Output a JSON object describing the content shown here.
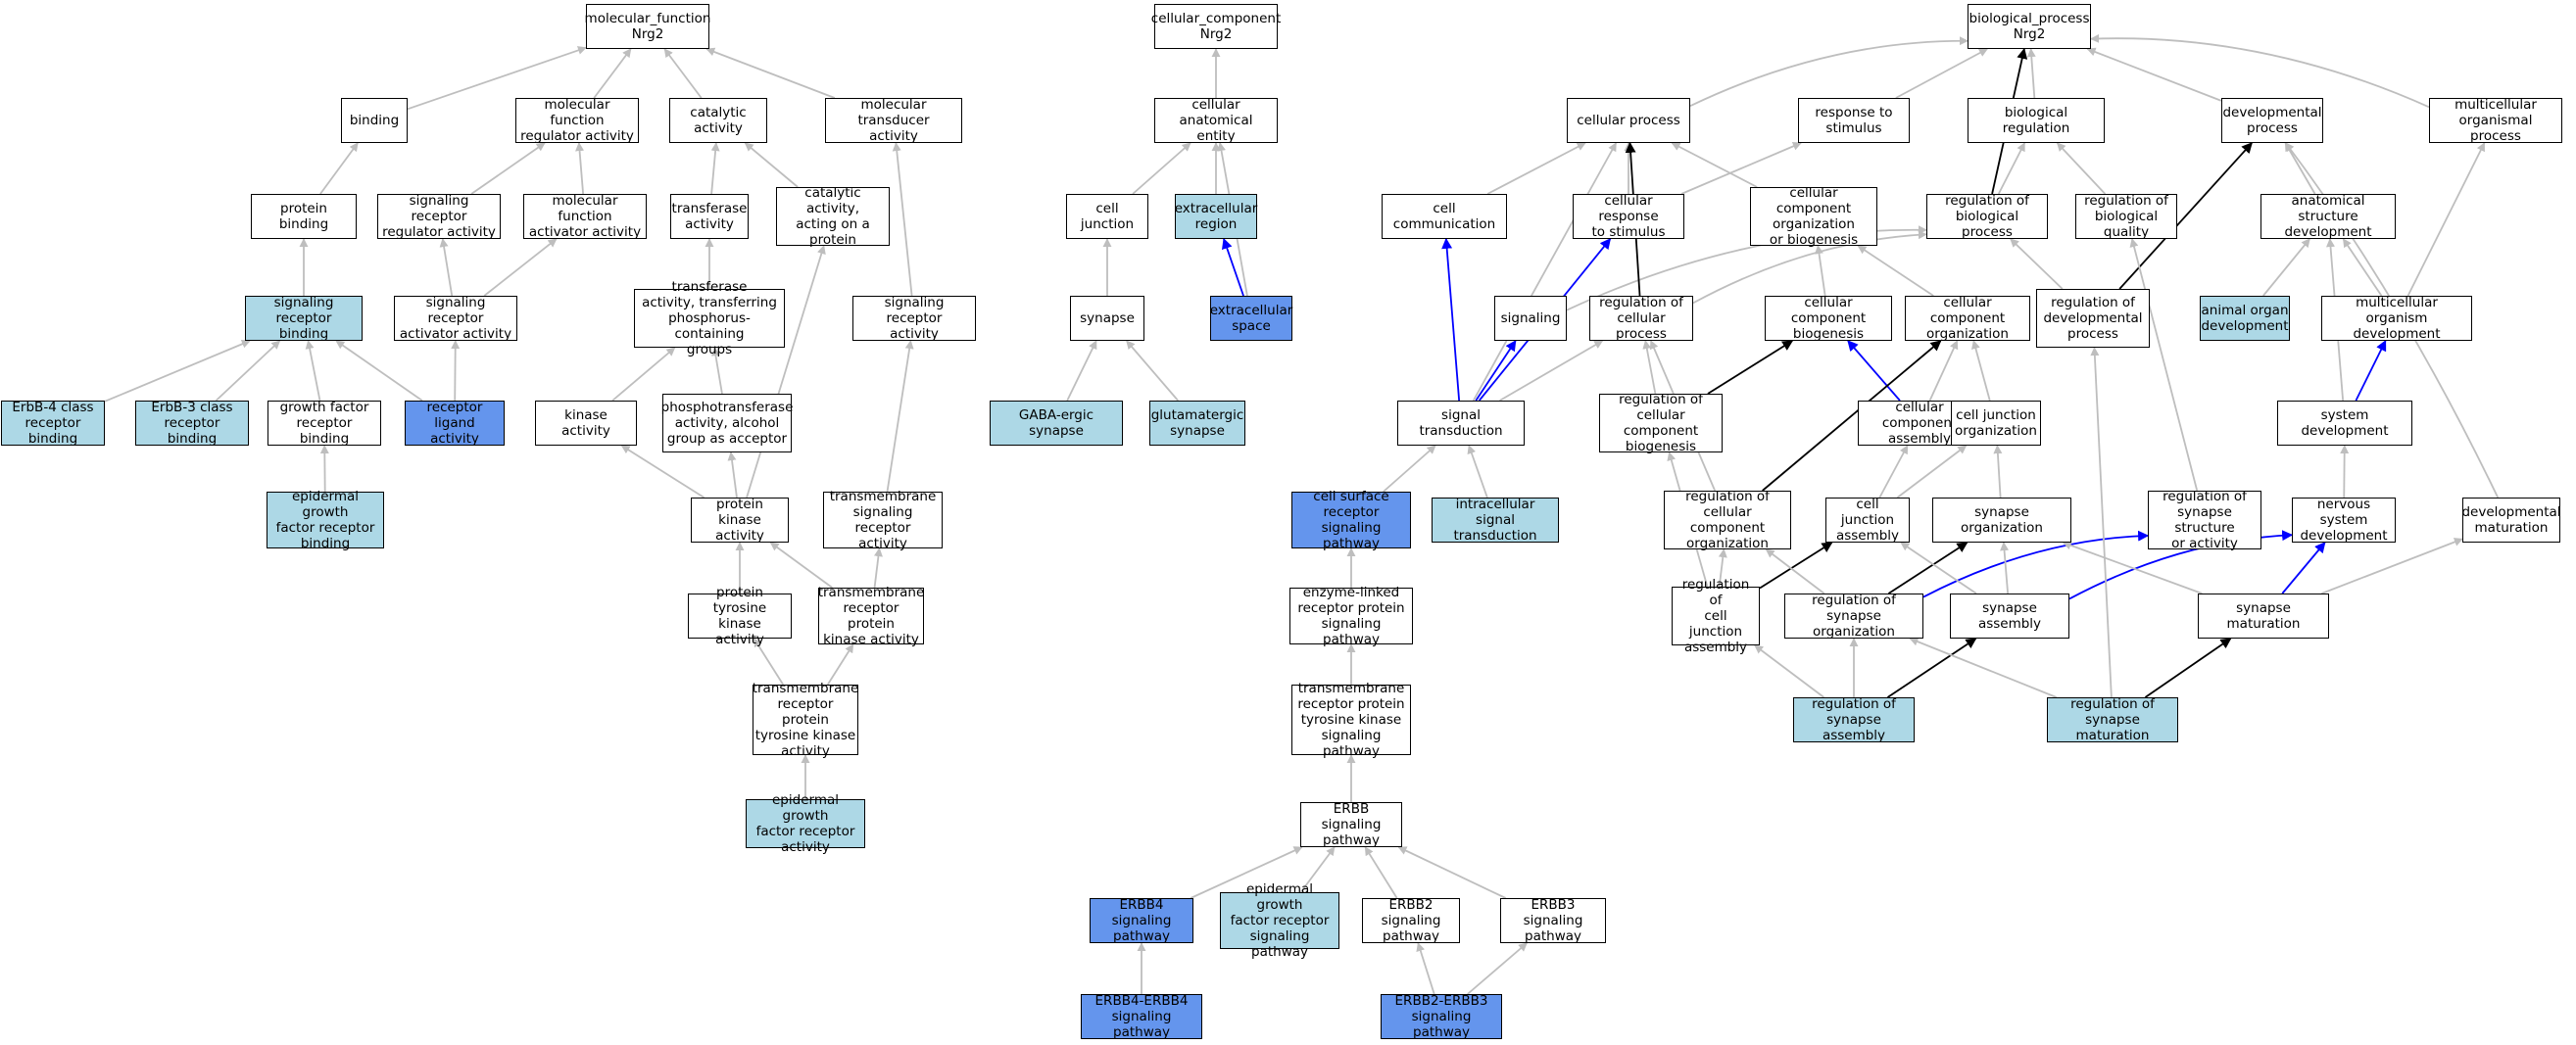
{
  "nodes": [
    {
      "id": "mf",
      "label": "molecular_function\nNrg2",
      "fill": "none"
    },
    {
      "id": "cc",
      "label": "cellular_component\nNrg2",
      "fill": "none"
    },
    {
      "id": "bp",
      "label": "biological_process\nNrg2",
      "fill": "none"
    },
    {
      "id": "binding",
      "label": "binding",
      "fill": "none"
    },
    {
      "id": "mfreg",
      "label": "molecular function\nregulator activity",
      "fill": "none"
    },
    {
      "id": "catalytic",
      "label": "catalytic activity",
      "fill": "none"
    },
    {
      "id": "moltrans",
      "label": "molecular transducer\nactivity",
      "fill": "none"
    },
    {
      "id": "protbinding",
      "label": "protein binding",
      "fill": "none"
    },
    {
      "id": "sigregreg",
      "label": "signaling receptor\nregulator activity",
      "fill": "none"
    },
    {
      "id": "mfact",
      "label": "molecular function\nactivator activity",
      "fill": "none"
    },
    {
      "id": "transferase",
      "label": "transferase\nactivity",
      "fill": "none"
    },
    {
      "id": "catprot",
      "label": "catalytic activity,\nacting on a\nprotein",
      "fill": "none"
    },
    {
      "id": "sigrecbind",
      "label": "signaling receptor\nbinding",
      "fill": "light"
    },
    {
      "id": "sigrecact",
      "label": "signaling receptor\nactivator activity",
      "fill": "none"
    },
    {
      "id": "transphos",
      "label": "transferase\nactivity, transferring\nphosphorus-containing\ngroups",
      "fill": "none"
    },
    {
      "id": "sigrec",
      "label": "signaling receptor\nactivity",
      "fill": "none"
    },
    {
      "id": "erbb4bind",
      "label": "ErbB-4 class\nreceptor binding",
      "fill": "light"
    },
    {
      "id": "erbb3bind",
      "label": "ErbB-3 class\nreceptor binding",
      "fill": "light"
    },
    {
      "id": "gfbind",
      "label": "growth factor\nreceptor binding",
      "fill": "none"
    },
    {
      "id": "rla",
      "label": "receptor ligand\nactivity",
      "fill": "blue"
    },
    {
      "id": "kinase",
      "label": "kinase activity",
      "fill": "none"
    },
    {
      "id": "phosphotrans",
      "label": "phosphotransferase\nactivity, alcohol\ngroup as acceptor",
      "fill": "none"
    },
    {
      "id": "egfbind",
      "label": "epidermal growth\nfactor receptor\nbinding",
      "fill": "light"
    },
    {
      "id": "protkinase",
      "label": "protein kinase\nactivity",
      "fill": "none"
    },
    {
      "id": "tmsig",
      "label": "transmembrane\nsignaling receptor\nactivity",
      "fill": "none"
    },
    {
      "id": "ptk",
      "label": "protein tyrosine\nkinase activity",
      "fill": "none"
    },
    {
      "id": "tmrpk",
      "label": "transmembrane\nreceptor protein\nkinase activity",
      "fill": "none"
    },
    {
      "id": "tmrptk",
      "label": "transmembrane\nreceptor protein\ntyrosine kinase\nactivity",
      "fill": "none"
    },
    {
      "id": "egfract",
      "label": "epidermal growth\nfactor receptor\nactivity",
      "fill": "light"
    },
    {
      "id": "cae",
      "label": "cellular anatomical\nentity",
      "fill": "none"
    },
    {
      "id": "celljunction",
      "label": "cell junction",
      "fill": "none"
    },
    {
      "id": "extreg",
      "label": "extracellular\nregion",
      "fill": "light"
    },
    {
      "id": "extspace",
      "label": "extracellular\nspace",
      "fill": "blue"
    },
    {
      "id": "synapse",
      "label": "synapse",
      "fill": "none"
    },
    {
      "id": "gaba",
      "label": "GABA-ergic synapse",
      "fill": "light"
    },
    {
      "id": "glut",
      "label": "glutamatergic\nsynapse",
      "fill": "light"
    },
    {
      "id": "cellproc",
      "label": "cellular process",
      "fill": "none"
    },
    {
      "id": "respstim",
      "label": "response to\nstimulus",
      "fill": "none"
    },
    {
      "id": "bioreg",
      "label": "biological regulation",
      "fill": "none"
    },
    {
      "id": "devproc",
      "label": "developmental\nprocess",
      "fill": "none"
    },
    {
      "id": "multiproc",
      "label": "multicellular\norganismal process",
      "fill": "none"
    },
    {
      "id": "cellcomm",
      "label": "cell communication",
      "fill": "none"
    },
    {
      "id": "cellresp",
      "label": "cellular response\nto stimulus",
      "fill": "none"
    },
    {
      "id": "ccorg",
      "label": "cellular component\norganization\nor biogenesis",
      "fill": "none"
    },
    {
      "id": "regbio",
      "label": "regulation of\nbiological process",
      "fill": "none"
    },
    {
      "id": "regbioq",
      "label": "regulation of\nbiological quality",
      "fill": "none"
    },
    {
      "id": "anatdev",
      "label": "anatomical structure\ndevelopment",
      "fill": "none"
    },
    {
      "id": "signaling",
      "label": "signaling",
      "fill": "none"
    },
    {
      "id": "regcell",
      "label": "regulation of\ncellular process",
      "fill": "none"
    },
    {
      "id": "ccbio",
      "label": "cellular component\nbiogenesis",
      "fill": "none"
    },
    {
      "id": "ccorg2",
      "label": "cellular component\norganization",
      "fill": "none"
    },
    {
      "id": "regdev",
      "label": "regulation of\ndevelopmental\nprocess",
      "fill": "none"
    },
    {
      "id": "animorgan",
      "label": "animal organ\ndevelopment",
      "fill": "light"
    },
    {
      "id": "multidev",
      "label": "multicellular\norganism development",
      "fill": "none"
    },
    {
      "id": "sigtrans",
      "label": "signal transduction",
      "fill": "none"
    },
    {
      "id": "regccbio",
      "label": "regulation of\ncellular component\nbiogenesis",
      "fill": "none"
    },
    {
      "id": "ccassembly",
      "label": "cellular component\nassembly",
      "fill": "none"
    },
    {
      "id": "cjorg",
      "label": "cell junction\norganization",
      "fill": "none"
    },
    {
      "id": "sysdev",
      "label": "system development",
      "fill": "none"
    },
    {
      "id": "csrsp",
      "label": "cell surface\nreceptor signaling\npathway",
      "fill": "blue"
    },
    {
      "id": "intrasig",
      "label": "intracellular\nsignal transduction",
      "fill": "light"
    },
    {
      "id": "regccorg",
      "label": "regulation of\ncellular component\norganization",
      "fill": "none"
    },
    {
      "id": "cjassembly",
      "label": "cell junction\nassembly",
      "fill": "none"
    },
    {
      "id": "synorg",
      "label": "synapse organization",
      "fill": "none"
    },
    {
      "id": "regsynstruct",
      "label": "regulation of\nsynapse structure\nor activity",
      "fill": "none"
    },
    {
      "id": "nsdev",
      "label": "nervous system\ndevelopment",
      "fill": "none"
    },
    {
      "id": "devmat",
      "label": "developmental\nmaturation",
      "fill": "none"
    },
    {
      "id": "elrpsp",
      "label": "enzyme-linked\nreceptor protein\nsignaling pathway",
      "fill": "none"
    },
    {
      "id": "regcjassembly",
      "label": "regulation of\ncell junction\nassembly",
      "fill": "none"
    },
    {
      "id": "regsynorg",
      "label": "regulation of\nsynapse organization",
      "fill": "none"
    },
    {
      "id": "synassembly",
      "label": "synapse assembly",
      "fill": "none"
    },
    {
      "id": "synmat",
      "label": "synapse maturation",
      "fill": "none"
    },
    {
      "id": "tmrptksp",
      "label": "transmembrane\nreceptor protein\ntyrosine kinase\nsignaling pathway",
      "fill": "none"
    },
    {
      "id": "regsynassembly",
      "label": "regulation of\nsynapse assembly",
      "fill": "light"
    },
    {
      "id": "regsynmat",
      "label": "regulation of\nsynapse maturation",
      "fill": "light"
    },
    {
      "id": "erbbsig",
      "label": "ERBB signaling\npathway",
      "fill": "none"
    },
    {
      "id": "erbb4sig",
      "label": "ERBB4 signaling\npathway",
      "fill": "blue"
    },
    {
      "id": "egfrsig",
      "label": "epidermal growth\nfactor receptor\nsignaling pathway",
      "fill": "light"
    },
    {
      "id": "erbb2sig",
      "label": "ERBB2 signaling\npathway",
      "fill": "none"
    },
    {
      "id": "erbb3sig",
      "label": "ERBB3 signaling\npathway",
      "fill": "none"
    },
    {
      "id": "erbb44sig",
      "label": "ERBB4-ERBB4\nsignaling pathway",
      "fill": "blue"
    },
    {
      "id": "erbb23sig",
      "label": "ERBB2-ERBB3\nsignaling pathway",
      "fill": "blue"
    }
  ],
  "edges": [
    {
      "from": "binding",
      "to": "mf",
      "type": "is_a"
    },
    {
      "from": "mfreg",
      "to": "mf",
      "type": "is_a"
    },
    {
      "from": "catalytic",
      "to": "mf",
      "type": "is_a"
    },
    {
      "from": "moltrans",
      "to": "mf",
      "type": "is_a"
    },
    {
      "from": "protbinding",
      "to": "binding",
      "type": "is_a"
    },
    {
      "from": "sigregreg",
      "to": "mfreg",
      "type": "is_a"
    },
    {
      "from": "mfact",
      "to": "mfreg",
      "type": "is_a"
    },
    {
      "from": "transferase",
      "to": "catalytic",
      "type": "is_a"
    },
    {
      "from": "catprot",
      "to": "catalytic",
      "type": "is_a"
    },
    {
      "from": "sigrecbind",
      "to": "protbinding",
      "type": "is_a"
    },
    {
      "from": "sigrecact",
      "to": "sigregreg",
      "type": "is_a"
    },
    {
      "from": "sigrecact",
      "to": "mfact",
      "type": "is_a"
    },
    {
      "from": "transphos",
      "to": "transferase",
      "type": "is_a"
    },
    {
      "from": "sigrec",
      "to": "moltrans",
      "type": "is_a"
    },
    {
      "from": "erbb4bind",
      "to": "sigrecbind",
      "type": "is_a"
    },
    {
      "from": "erbb3bind",
      "to": "sigrecbind",
      "type": "is_a"
    },
    {
      "from": "gfbind",
      "to": "sigrecbind",
      "type": "is_a"
    },
    {
      "from": "rla",
      "to": "sigrecbind",
      "type": "is_a"
    },
    {
      "from": "rla",
      "to": "sigrecact",
      "type": "is_a"
    },
    {
      "from": "kinase",
      "to": "transphos",
      "type": "is_a"
    },
    {
      "from": "phosphotrans",
      "to": "transphos",
      "type": "is_a"
    },
    {
      "from": "egfbind",
      "to": "gfbind",
      "type": "is_a"
    },
    {
      "from": "protkinase",
      "to": "kinase",
      "type": "is_a"
    },
    {
      "from": "protkinase",
      "to": "phosphotrans",
      "type": "is_a"
    },
    {
      "from": "protkinase",
      "to": "catprot",
      "type": "is_a"
    },
    {
      "from": "tmsig",
      "to": "sigrec",
      "type": "is_a"
    },
    {
      "from": "ptk",
      "to": "protkinase",
      "type": "is_a"
    },
    {
      "from": "tmrpk",
      "to": "protkinase",
      "type": "is_a"
    },
    {
      "from": "tmrpk",
      "to": "tmsig",
      "type": "is_a"
    },
    {
      "from": "tmrptk",
      "to": "ptk",
      "type": "is_a"
    },
    {
      "from": "tmrptk",
      "to": "tmrpk",
      "type": "is_a"
    },
    {
      "from": "egfract",
      "to": "tmrptk",
      "type": "is_a"
    },
    {
      "from": "cae",
      "to": "cc",
      "type": "is_a"
    },
    {
      "from": "celljunction",
      "to": "cae",
      "type": "is_a"
    },
    {
      "from": "extreg",
      "to": "cae",
      "type": "is_a"
    },
    {
      "from": "extspace",
      "to": "cae",
      "type": "is_a"
    },
    {
      "from": "extspace",
      "to": "extreg",
      "type": "part_of"
    },
    {
      "from": "synapse",
      "to": "celljunction",
      "type": "is_a"
    },
    {
      "from": "gaba",
      "to": "synapse",
      "type": "is_a"
    },
    {
      "from": "glut",
      "to": "synapse",
      "type": "is_a"
    },
    {
      "from": "cellproc",
      "to": "bp",
      "type": "is_a"
    },
    {
      "from": "respstim",
      "to": "bp",
      "type": "is_a"
    },
    {
      "from": "bioreg",
      "to": "bp",
      "type": "is_a"
    },
    {
      "from": "devproc",
      "to": "bp",
      "type": "is_a"
    },
    {
      "from": "multiproc",
      "to": "bp",
      "type": "is_a"
    },
    {
      "from": "regbio",
      "to": "bp",
      "type": "regulates"
    },
    {
      "from": "cellcomm",
      "to": "cellproc",
      "type": "is_a"
    },
    {
      "from": "cellresp",
      "to": "cellproc",
      "type": "is_a"
    },
    {
      "from": "cellresp",
      "to": "respstim",
      "type": "is_a"
    },
    {
      "from": "ccorg",
      "to": "cellproc",
      "type": "is_a"
    },
    {
      "from": "regbio",
      "to": "bioreg",
      "type": "is_a"
    },
    {
      "from": "regbioq",
      "to": "bioreg",
      "type": "is_a"
    },
    {
      "from": "anatdev",
      "to": "devproc",
      "type": "is_a"
    },
    {
      "from": "signaling",
      "to": "regbio",
      "type": "is_a"
    },
    {
      "from": "regcell",
      "to": "regbio",
      "type": "is_a"
    },
    {
      "from": "regcell",
      "to": "cellproc",
      "type": "regulates"
    },
    {
      "from": "ccbio",
      "to": "ccorg",
      "type": "is_a"
    },
    {
      "from": "ccorg2",
      "to": "ccorg",
      "type": "is_a"
    },
    {
      "from": "regdev",
      "to": "regbio",
      "type": "is_a"
    },
    {
      "from": "regdev",
      "to": "devproc",
      "type": "regulates"
    },
    {
      "from": "animorgan",
      "to": "anatdev",
      "type": "is_a"
    },
    {
      "from": "multidev",
      "to": "anatdev",
      "type": "is_a"
    },
    {
      "from": "multidev",
      "to": "multiproc",
      "type": "is_a"
    },
    {
      "from": "sigtrans",
      "to": "cellproc",
      "type": "is_a"
    },
    {
      "from": "sigtrans",
      "to": "cellcomm",
      "type": "part_of"
    },
    {
      "from": "sigtrans",
      "to": "cellresp",
      "type": "part_of"
    },
    {
      "from": "sigtrans",
      "to": "signaling",
      "type": "part_of"
    },
    {
      "from": "sigtrans",
      "to": "regcell",
      "type": "is_a"
    },
    {
      "from": "regccbio",
      "to": "regcell",
      "type": "is_a"
    },
    {
      "from": "regccbio",
      "to": "ccbio",
      "type": "regulates"
    },
    {
      "from": "ccassembly",
      "to": "ccorg2",
      "type": "is_a"
    },
    {
      "from": "ccassembly",
      "to": "ccbio",
      "type": "part_of"
    },
    {
      "from": "cjorg",
      "to": "ccorg2",
      "type": "is_a"
    },
    {
      "from": "sysdev",
      "to": "anatdev",
      "type": "is_a"
    },
    {
      "from": "sysdev",
      "to": "multidev",
      "type": "part_of"
    },
    {
      "from": "csrsp",
      "to": "sigtrans",
      "type": "is_a"
    },
    {
      "from": "intrasig",
      "to": "sigtrans",
      "type": "is_a"
    },
    {
      "from": "regccorg",
      "to": "regcell",
      "type": "is_a"
    },
    {
      "from": "regccorg",
      "to": "ccorg2",
      "type": "regulates"
    },
    {
      "from": "cjassembly",
      "to": "ccassembly",
      "type": "is_a"
    },
    {
      "from": "cjassembly",
      "to": "cjorg",
      "type": "is_a"
    },
    {
      "from": "synorg",
      "to": "cjorg",
      "type": "is_a"
    },
    {
      "from": "regsynstruct",
      "to": "regbioq",
      "type": "is_a"
    },
    {
      "from": "nsdev",
      "to": "sysdev",
      "type": "is_a"
    },
    {
      "from": "devmat",
      "to": "devproc",
      "type": "is_a"
    },
    {
      "from": "elrpsp",
      "to": "csrsp",
      "type": "is_a"
    },
    {
      "from": "regcjassembly",
      "to": "regccorg",
      "type": "is_a"
    },
    {
      "from": "regcjassembly",
      "to": "regccbio",
      "type": "is_a"
    },
    {
      "from": "regcjassembly",
      "to": "cjassembly",
      "type": "regulates"
    },
    {
      "from": "regsynorg",
      "to": "regccorg",
      "type": "is_a"
    },
    {
      "from": "regsynorg",
      "to": "synorg",
      "type": "regulates"
    },
    {
      "from": "regsynorg",
      "to": "regsynstruct",
      "type": "part_of"
    },
    {
      "from": "synassembly",
      "to": "cjassembly",
      "type": "is_a"
    },
    {
      "from": "synassembly",
      "to": "synorg",
      "type": "is_a"
    },
    {
      "from": "synassembly",
      "to": "nsdev",
      "type": "part_of"
    },
    {
      "from": "synmat",
      "to": "synorg",
      "type": "is_a"
    },
    {
      "from": "synmat",
      "to": "devmat",
      "type": "is_a"
    },
    {
      "from": "synmat",
      "to": "nsdev",
      "type": "part_of"
    },
    {
      "from": "tmrptksp",
      "to": "elrpsp",
      "type": "is_a"
    },
    {
      "from": "regsynassembly",
      "to": "regcjassembly",
      "type": "is_a"
    },
    {
      "from": "regsynassembly",
      "to": "regsynorg",
      "type": "is_a"
    },
    {
      "from": "regsynassembly",
      "to": "synassembly",
      "type": "regulates"
    },
    {
      "from": "regsynmat",
      "to": "regsynorg",
      "type": "is_a"
    },
    {
      "from": "regsynmat",
      "to": "regdev",
      "type": "is_a"
    },
    {
      "from": "regsynmat",
      "to": "synmat",
      "type": "regulates"
    },
    {
      "from": "erbbsig",
      "to": "tmrptksp",
      "type": "is_a"
    },
    {
      "from": "erbb4sig",
      "to": "erbbsig",
      "type": "is_a"
    },
    {
      "from": "egfrsig",
      "to": "erbbsig",
      "type": "is_a"
    },
    {
      "from": "erbb2sig",
      "to": "erbbsig",
      "type": "is_a"
    },
    {
      "from": "erbb3sig",
      "to": "erbbsig",
      "type": "is_a"
    },
    {
      "from": "erbb44sig",
      "to": "erbb4sig",
      "type": "is_a"
    },
    {
      "from": "erbb23sig",
      "to": "erbb2sig",
      "type": "is_a"
    },
    {
      "from": "erbb23sig",
      "to": "erbb3sig",
      "type": "is_a"
    }
  ],
  "colors": {
    "is_a": "#bebebe",
    "part_of": "#0000ff",
    "regulates": "#000000",
    "light": "#add8e6",
    "blue": "#6495ed"
  }
}
